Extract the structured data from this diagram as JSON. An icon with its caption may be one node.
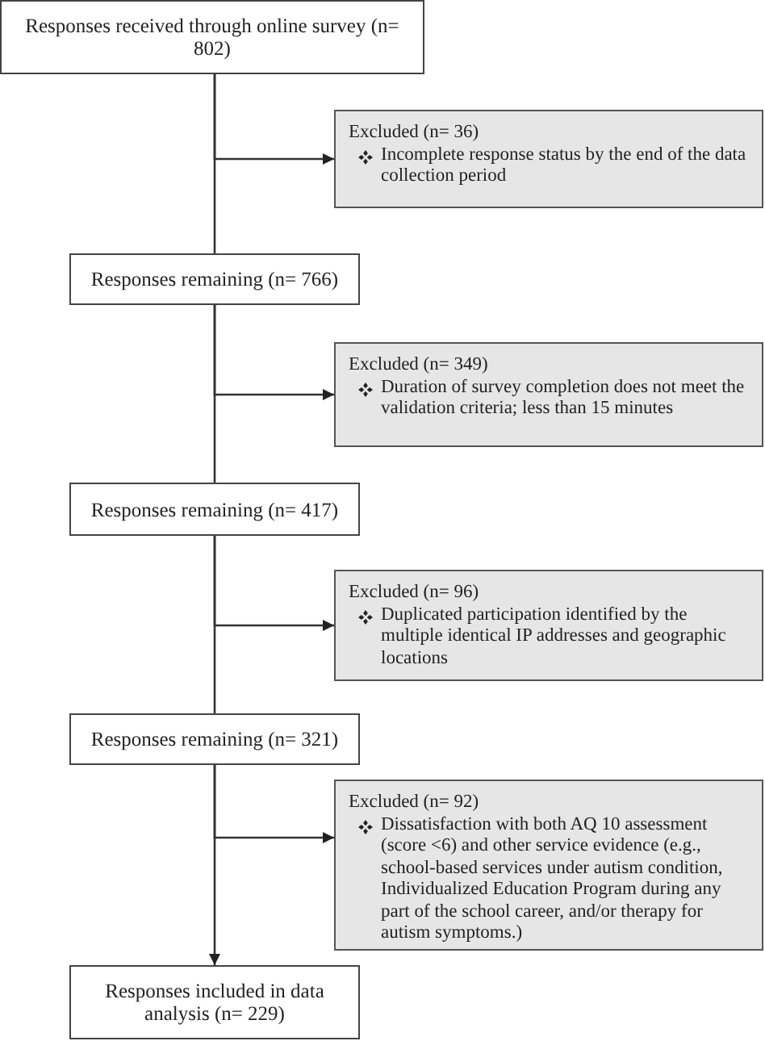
{
  "diagram": {
    "nodes": [
      {
        "text": [
          "Responses received through online survey (n= 802)"
        ]
      },
      {
        "text": [
          "Excluded (n= 36)",
          "Incomplete response status by the end of the data collection period"
        ]
      },
      {
        "text": [
          "Responses remaining (n= 766)"
        ]
      },
      {
        "text": [
          "Excluded (n= 349)",
          "Duration of survey completion does not meet the validation criteria; less than 15 minutes"
        ]
      },
      {
        "text": [
          "Responses remaining (n= 417)"
        ]
      },
      {
        "text": [
          "Excluded (n= 96)",
          "Duplicated participation identified by the multiple identical IP addresses and geographic locations"
        ]
      },
      {
        "text": [
          "Responses remaining (n= 321)"
        ]
      },
      {
        "text": [
          "Excluded (n= 92)",
          "Dissatisfaction with both AQ 10 assessment (score <6) and other service evidence (e.g., school-based services under autism condition, Individualized Education Program during any part of the school career, and/or therapy for autism symptoms.)"
        ]
      },
      {
        "text": [
          "Responses included in data analysis (n= 229)"
        ]
      }
    ],
    "edges": [
      {
        "from": 0,
        "to": 1,
        "arrow": "to"
      },
      {
        "from": 0,
        "to": 2,
        "arrow": "none"
      },
      {
        "from": 2,
        "to": 3,
        "arrow": "to"
      },
      {
        "from": 2,
        "to": 4,
        "arrow": "none"
      },
      {
        "from": 4,
        "to": 5,
        "arrow": "to"
      },
      {
        "from": 4,
        "to": 6,
        "arrow": "none"
      },
      {
        "from": 6,
        "to": 7,
        "arrow": "to"
      },
      {
        "from": 6,
        "to": 8,
        "arrow": "to"
      }
    ]
  }
}
